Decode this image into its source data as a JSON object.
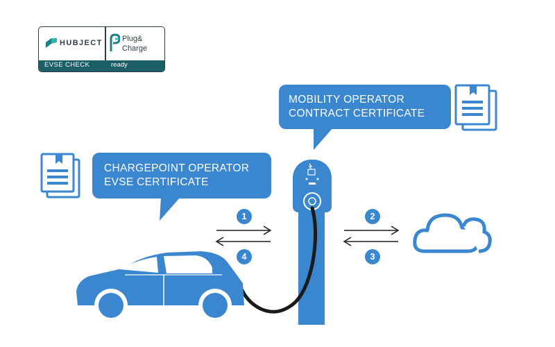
{
  "badge": {
    "brand": "HUBJECT",
    "evse_check": "EVSE CHECK",
    "product_line1": "Plug&",
    "product_line2": "Charge",
    "status": "ready"
  },
  "callouts": {
    "cpo_line1": "CHARGEPOINT OPERATOR",
    "cpo_line2": "EVSE CERTIFICATE",
    "mo_line1": "MOBILITY OPERATOR",
    "mo_line2": "CONTRACT CERTIFICATE"
  },
  "steps": [
    "1",
    "2",
    "3",
    "4"
  ],
  "colors": {
    "primary": "#3a86cf",
    "dark": "#2d3d47",
    "badge_bar": "#1b5e66"
  },
  "icons": [
    "document-stack-icon",
    "cloud-icon",
    "electric-car-icon",
    "charging-station-icon",
    "arrow-right-icon",
    "arrow-left-icon"
  ]
}
